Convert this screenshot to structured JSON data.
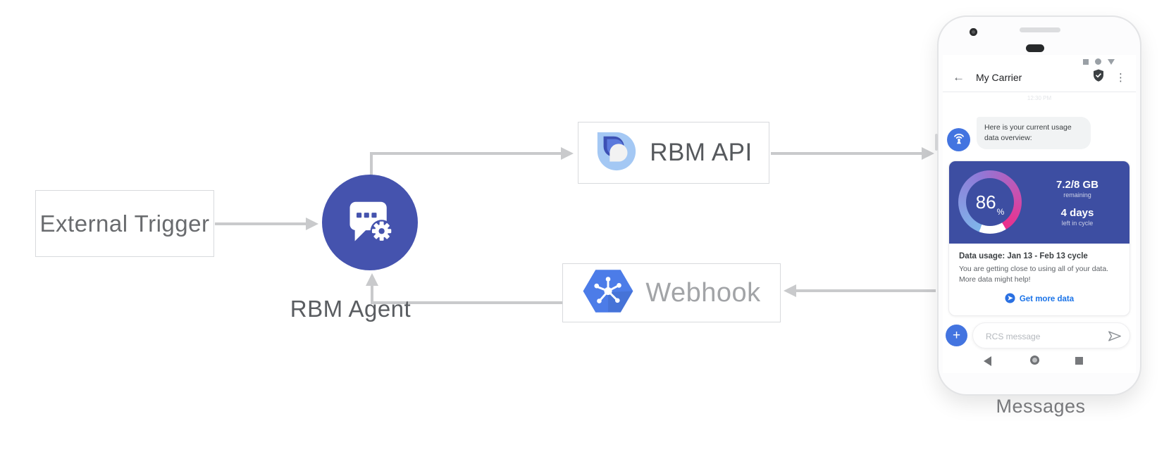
{
  "diagram": {
    "nodes": {
      "external_trigger": "External Trigger",
      "rbm_agent": "RBM Agent",
      "rbm_api": "RBM API",
      "webhook": "Webhook"
    },
    "phone_caption": "Messages",
    "icons": {
      "rbm_agent": "chat-bubble-with-gear",
      "rbm_api": "rbm-teardrop-logo",
      "webhook": "cloud-hexagon-hub"
    },
    "arrow_color": "#c9cacc",
    "agent_circle_color": "#4553ae",
    "webhook_hexagon_color": "#4c7ce8"
  },
  "phone": {
    "status_icons": [
      "square",
      "circle",
      "triangle"
    ],
    "header": {
      "back_icon": "←",
      "title": "My Carrier",
      "verified_icon": "shield-check",
      "menu_icon": "⋮"
    },
    "timestamp": "12:30 PM",
    "agent_avatar_icon": "broadcast-antenna",
    "chat_bubble": "Here is your current usage data overview:",
    "usage_card": {
      "card_color": "#3d4ea2",
      "gauge_percent": 86,
      "percent_label": "86",
      "percent_sign": "%",
      "remaining_value": "7.2/8 GB",
      "remaining_caption": "remaining",
      "days_value": "4 days",
      "days_caption": "left in cycle",
      "title": "Data usage: Jan 13 - Feb 13 cycle",
      "body": "You are getting close to using all of your data. More data might help!",
      "action_label": "Get more data",
      "gauge_colors": [
        "#7fb5ea",
        "#8f7ad8",
        "#ec2e8a",
        "#ffffff"
      ]
    },
    "compose": {
      "plus_label": "+",
      "placeholder": "RCS message",
      "send_icon": "paper-plane"
    },
    "nav_icons": [
      "back-triangle",
      "home-circle",
      "recents-square"
    ]
  }
}
